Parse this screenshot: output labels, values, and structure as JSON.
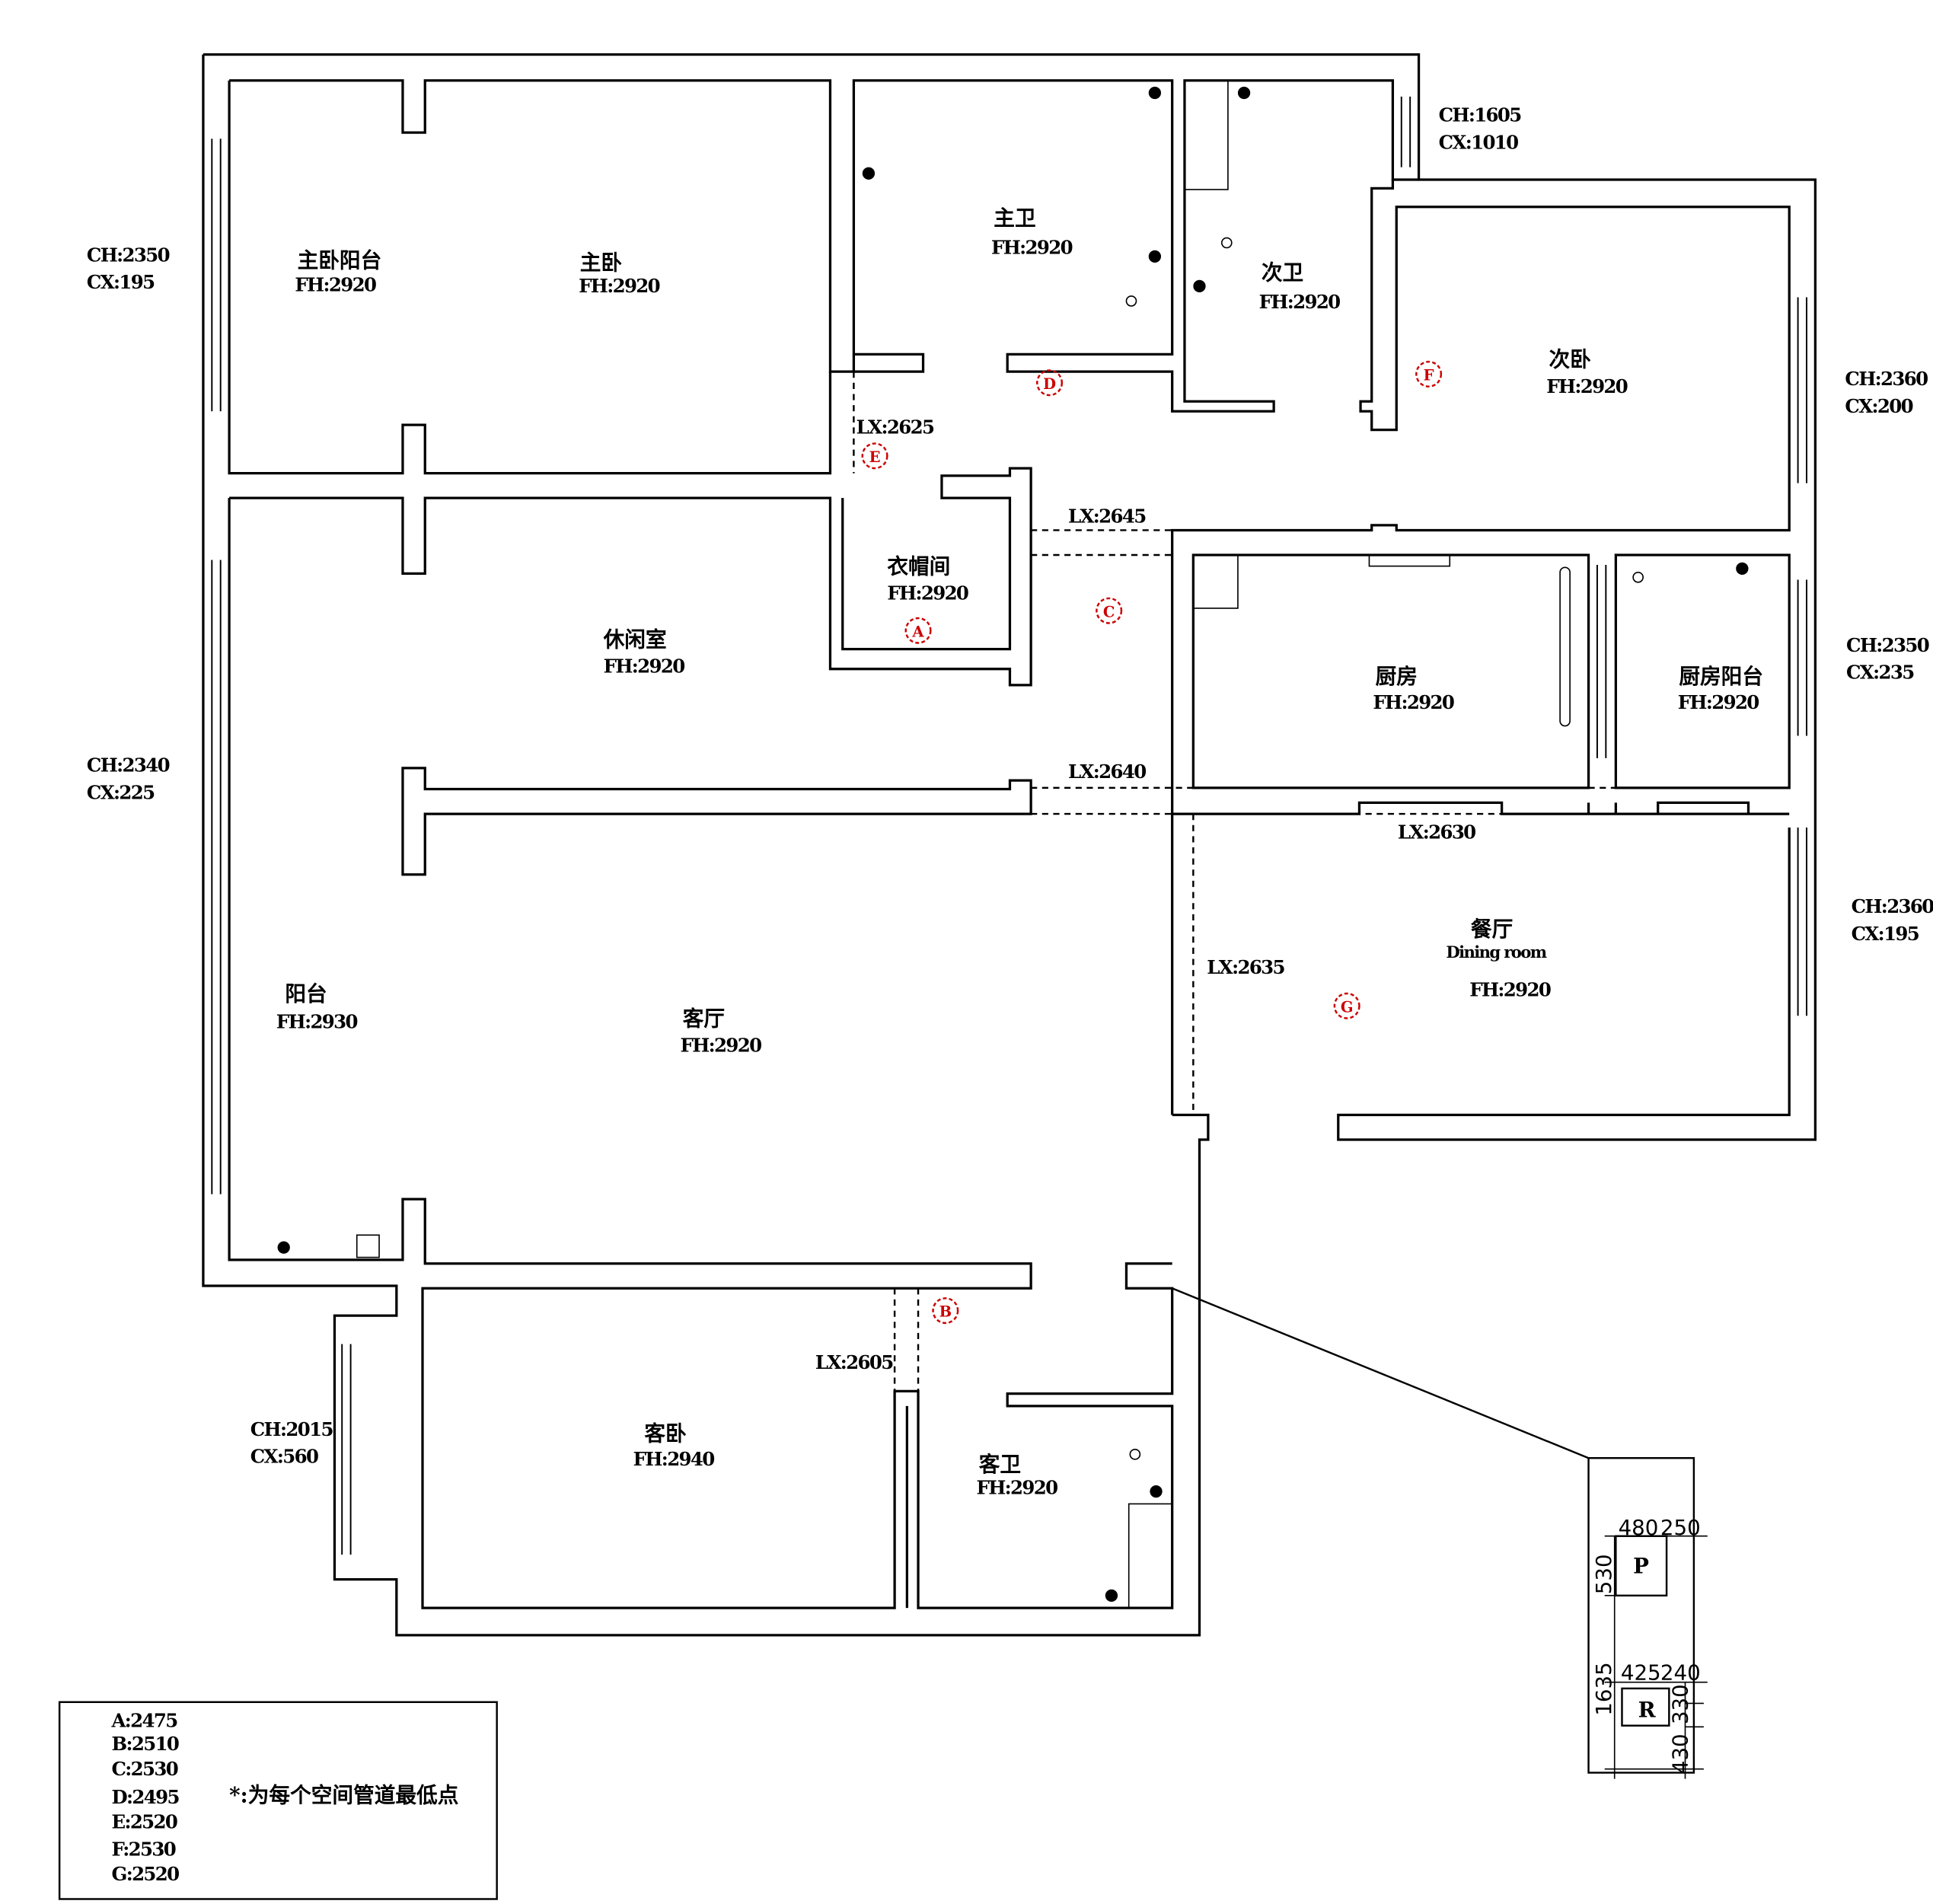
{
  "rooms": {
    "master_balcony": {
      "name": "主卧阳台",
      "fh": "FH:2920"
    },
    "master_bedroom": {
      "name": "主卧",
      "fh": "FH:2920"
    },
    "master_bath": {
      "name": "主卫",
      "fh": "FH:2920"
    },
    "second_bath": {
      "name": "次卫",
      "fh": "FH:2920"
    },
    "second_bedroom": {
      "name": "次卧",
      "fh": "FH:2920"
    },
    "cloakroom": {
      "name": "衣帽间",
      "fh": "FH:2920"
    },
    "lounge": {
      "name": "休闲室",
      "fh": "FH:2920"
    },
    "kitchen": {
      "name": "厨房",
      "fh": "FH:2920"
    },
    "kitchen_balcony": {
      "name": "厨房阳台",
      "fh": "FH:2920"
    },
    "dining": {
      "name": "餐厅",
      "name_en": "Dining room",
      "fh": "FH:2920"
    },
    "balcony": {
      "name": "阳台",
      "fh": "FH:2930"
    },
    "living": {
      "name": "客厅",
      "fh": "FH:2920"
    },
    "guest_bedroom": {
      "name": "客卧",
      "fh": "FH:2940"
    },
    "guest_bath": {
      "name": "客卫",
      "fh": "FH:2920"
    }
  },
  "windows": [
    {
      "ch": "CH:2350",
      "cx": "CX:195"
    },
    {
      "ch": "CH:1605",
      "cx": "CX:1010"
    },
    {
      "ch": "CH:2360",
      "cx": "CX:200"
    },
    {
      "ch": "CH:2350",
      "cx": "CX:235"
    },
    {
      "ch": "CH:2340",
      "cx": "CX:225"
    },
    {
      "ch": "CH:2360",
      "cx": "CX:195"
    },
    {
      "ch": "CH:2015",
      "cx": "CX:560"
    }
  ],
  "beams": [
    "LX:2625",
    "LX:2645",
    "LX:2640",
    "LX:2630",
    "LX:2635",
    "LX:2605"
  ],
  "markers": [
    "A",
    "B",
    "C",
    "D",
    "E",
    "F",
    "G"
  ],
  "legend": {
    "items": [
      "A:2475",
      "B:2510",
      "C:2530",
      "D:2495",
      "E:2520",
      "F:2530",
      "G:2520"
    ],
    "note": "*:为每个空间管道最低点"
  },
  "detail": {
    "p_label": "P",
    "r_label": "R",
    "dims": [
      "480",
      "250",
      "530",
      "1635",
      "425",
      "240",
      "330",
      "430"
    ]
  }
}
